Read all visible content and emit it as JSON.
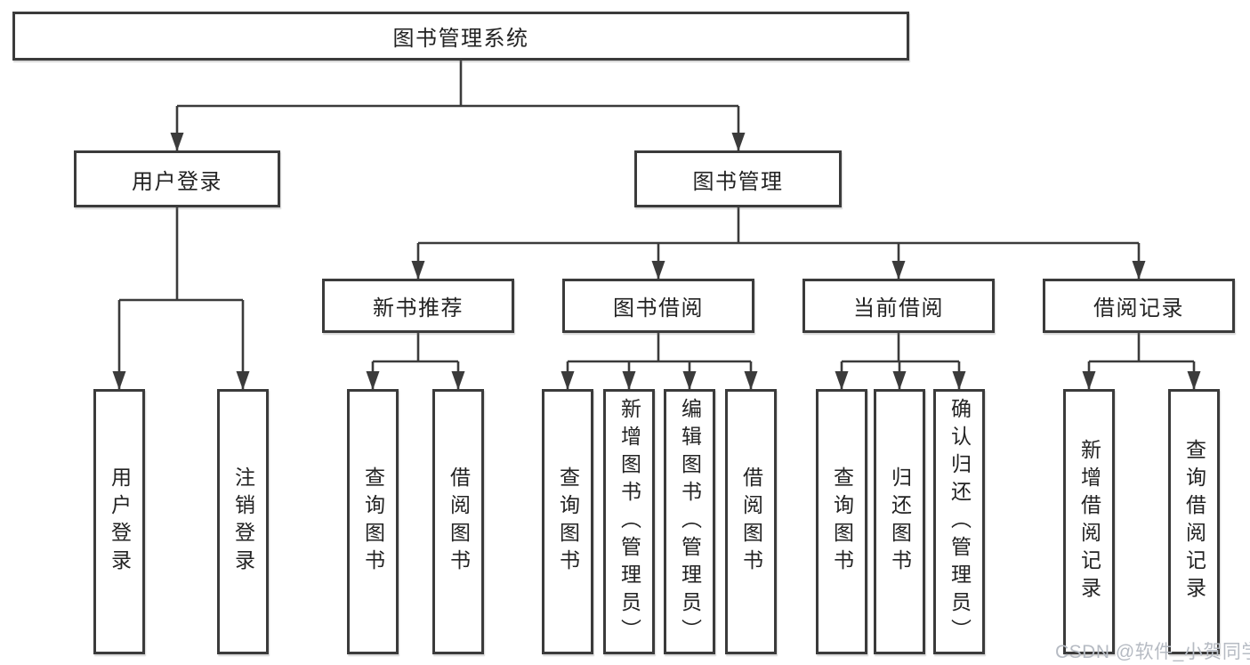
{
  "colors": {
    "line": "#3b3b3b",
    "box_border": "#3b3b3b",
    "text": "#232323",
    "background": "#ffffff",
    "watermark": "#b6bbc3"
  },
  "tree": {
    "root": {
      "label": "图书管理系统"
    },
    "branches": [
      {
        "label": "用户登录",
        "children": [
          {
            "label": "用户登录"
          },
          {
            "label": "注销登录"
          }
        ]
      },
      {
        "label": "图书管理",
        "children": [
          {
            "label": "新书推荐",
            "children": [
              {
                "label": "查询图书"
              },
              {
                "label": "借阅图书"
              }
            ]
          },
          {
            "label": "图书借阅",
            "children": [
              {
                "label": "查询图书"
              },
              {
                "label": "新增图书（管理员）"
              },
              {
                "label": "编辑图书（管理员）"
              },
              {
                "label": "借阅图书"
              }
            ]
          },
          {
            "label": "当前借阅",
            "children": [
              {
                "label": "查询图书"
              },
              {
                "label": "归还图书"
              },
              {
                "label": "确认归还（管理员）"
              }
            ]
          },
          {
            "label": "借阅记录",
            "children": [
              {
                "label": "新增借阅记录"
              },
              {
                "label": "查询借阅记录"
              }
            ]
          }
        ]
      }
    ]
  },
  "watermark": {
    "text": "CSDN @软件_小贺同学"
  }
}
